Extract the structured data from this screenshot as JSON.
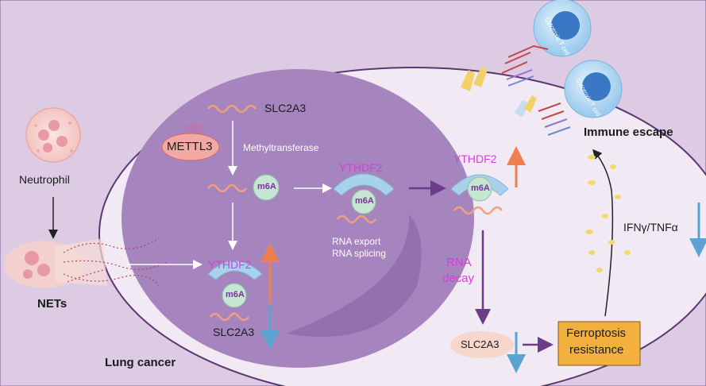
{
  "labels": {
    "neutrophil": "Neutrophil",
    "nets": "NETs",
    "lung_cancer": "Lung cancer",
    "immune_escape": "Immune escape",
    "ifn_tnf": "IFNγ/TNFα",
    "slc2a3_top": "SLC2A3",
    "mettl3": "METTL3",
    "methyltransferase": "Methyltransferase",
    "m6a": "m6A",
    "ythdf2": "YTHDF2",
    "rna_export": "RNA export",
    "rna_splicing": "RNA splicing",
    "slc2a3_bottom": "SLC2A3",
    "rna_decay_1": "RNA",
    "rna_decay_2": "decay",
    "slc2a3_cyto": "SLC2A3",
    "ferroptosis_1": "Ferroptosis",
    "ferroptosis_2": "resistance",
    "tcell": "Cytotoxic T cell"
  },
  "colors": {
    "background": "#dccbe3",
    "cell": "#f1eaf4",
    "nucleus": "#a684be",
    "ythdf2_protein": "#a8d1ea",
    "m6a_circle": "#c6e6d3",
    "mettl3": "#f2a9a4",
    "rna_strand": "#f1a07f",
    "ferroptosis_box": "#f2b13e",
    "tcell": "#a9d2f1",
    "up_arrow": "#f07f4f",
    "down_arrow": "#5aa3d2",
    "pathway_arrow": "#6b3c88"
  }
}
